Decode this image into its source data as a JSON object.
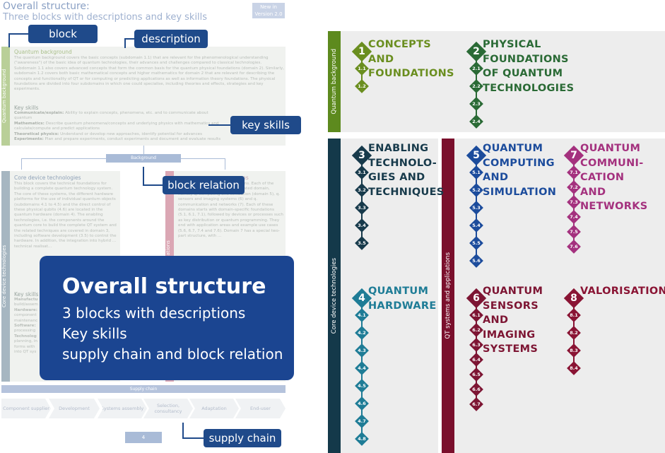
{
  "left_panel": {
    "title": "Overall structure:",
    "subtitle": "Three blocks with descriptions and key skills",
    "badge": "New in\nVersion 2.0",
    "callouts": {
      "block": "block",
      "description": "description",
      "key_skills": "key skills",
      "block_relation": "block relation",
      "supply_chain": "supply chain"
    },
    "faded_blocks": {
      "quantum_background": {
        "bar_label": "Quantum background",
        "heading": "Quantum background",
        "description": "The quantum background covers the basic concepts (subdomain 1.1) that are relevant for the phenomenological understanding (\"awareness\") of the basic idea of quantum technologies, their advances and challenges compared to classical technologies. Subdomain 1.1 also covers advanced concepts that form the common basis for the quantum physical foundations (domain 2). Similarly, subdomain 1.2 covers both basic mathematical concepts and higher mathematics for domain 2 that are relevant for describing the concepts and functionality of QT or for computing or predicting applications as well as information theory foundations. The physical foundations are divided into four subdomains in which one could specialise, including theories and effects, strategies and key experiments.",
        "key_skills_heading": "Key skills",
        "key_skills": [
          {
            "label": "Communicate/explain:",
            "text": "Ability to explain concepts, phenomena, etc. and to communicate about quantum"
          },
          {
            "label": "Mathematics:",
            "text": "Describe quantum phenomena/concepts and underlying physics with mathematics and calculate/compute and predict applications"
          },
          {
            "label": "Theoretical physics:",
            "text": "Understand or develop new approaches, identify potential for advances"
          },
          {
            "label": "Experiments:",
            "text": "Plan and prepare experiments, conduct experiments and document and evaluate results"
          }
        ]
      },
      "background_relation": "Background",
      "core_device": {
        "bar_label": "Core device technologies",
        "heading": "Core device technologies",
        "description": "This block covers the technical foundations for building a complete quantum technology system. The core of these systems, the different hardware platforms for the use of individual quantum objects (subdomains 4.1 to 4.5) and the direct control of these physical qubits (4.6) are located in the quantum hardware (domain 4). The enabling technologies, i.e. the components around the quantum core to build the complete QT system and the related techniques are covered in domain 3, including software development (3.5) to control the hardware. In addition, the integration into hybrid ... technical realisat...",
        "key_skills_heading": "Key skills",
        "key_skills_fragments": [
          "Manufactu",
          "build/assem",
          "Hardware:",
          "component",
          "maintenanc",
          "Software:",
          "processing",
          "Technolog",
          "planning, in",
          "forms with",
          "into QT sys"
        ]
      },
      "qt_systems": {
        "bar_label": "QT systems and applications",
        "heading": "...ns",
        "description": "...of full quantum ...her applications. Each of the three main QT pillars has a dedicated domain, namely q. computing and simulation (domain 5), q. sensors and imaging systems (6) and q. communication and networks (7). Each of these domains starts with domain-specific foundations (5.1, 6.1, 7.1), followed by devices or processes such as key distribution or quantum programming. They end with application areas and example use cases (5.6, 6.7, 7.4 and 7.6). Domain 7 has a special two-part structure, with ..."
      }
    },
    "overlay": {
      "title": "Overall structure",
      "lines": [
        "3 blocks with descriptions",
        "Key skills",
        "supply chain and block relation"
      ]
    },
    "supply_chain": {
      "label": "Supply chain",
      "steps": [
        "Component supplier",
        "Development",
        "Systems assembly",
        "Selection, consultancy",
        "Adaptation",
        "End-user"
      ]
    },
    "page_number": "4"
  },
  "framework": {
    "colors": {
      "quantum_background_bar": "#5d8a1e",
      "core_device_bar": "#14394a",
      "qt_systems_bar": "#7a0f2c",
      "block_bg": "#ededed"
    },
    "blocks": [
      {
        "bar_label": "Quantum background"
      },
      {
        "bar_label": "Core device technologies"
      },
      {
        "bar_label": "QT systems and applications"
      }
    ],
    "domains": [
      {
        "number": "1",
        "title": [
          "CONCEPTS",
          "AND",
          "FOUNDATIONS"
        ],
        "color": "#6a8e1f",
        "subdomains": [
          "1.1",
          "1.2"
        ]
      },
      {
        "number": "2",
        "title": [
          "PHYSICAL",
          "FOUNDATIONS",
          "OF QUANTUM",
          "TECHNOLOGIES"
        ],
        "color": "#2a6a35",
        "subdomains": [
          "2.1",
          "2.2",
          "2.3",
          "2.4"
        ]
      },
      {
        "number": "3",
        "title": [
          "ENABLING",
          "TECHNOLO-",
          "GIES AND",
          "TECHNIQUES"
        ],
        "color": "#173a4b",
        "subdomains": [
          "3.1",
          "3.2",
          "3.3",
          "3.4",
          "3.5"
        ]
      },
      {
        "number": "4",
        "title": [
          "QUANTUM",
          "HARDWARE"
        ],
        "color": "#1e7c96",
        "subdomains": [
          "4.1",
          "4.2",
          "4.3",
          "4.4",
          "4.5",
          "4.6",
          "4.7",
          "4.8"
        ]
      },
      {
        "number": "5",
        "title": [
          "QUANTUM",
          "COMPUTING",
          "AND",
          "SIMULATION"
        ],
        "color": "#1c4c9c",
        "subdomains": [
          "5.1",
          "5.2",
          "5.3",
          "5.4",
          "5.5",
          "5.6"
        ]
      },
      {
        "number": "6",
        "title": [
          "QUANTUM",
          "SENSORS",
          "AND",
          "IMAGING",
          "SYSTEMS"
        ],
        "color": "#7d1533",
        "subdomains": [
          "6.1",
          "6.2",
          "6.3",
          "6.4",
          "6.5",
          "6.6",
          "6.7"
        ]
      },
      {
        "number": "7",
        "title": [
          "QUANTUM",
          "COMMUNI-",
          "CATION",
          "AND",
          "NETWORKS"
        ],
        "color": "#a4317e",
        "subdomains": [
          "7.1",
          "7.2",
          "7.3",
          "7.4",
          "7.5",
          "7.6"
        ]
      },
      {
        "number": "8",
        "title": [
          "VALORISATION"
        ],
        "color": "#8a1434",
        "subdomains": [
          "8.1",
          "8.2",
          "8.3",
          "8.4"
        ]
      }
    ]
  }
}
